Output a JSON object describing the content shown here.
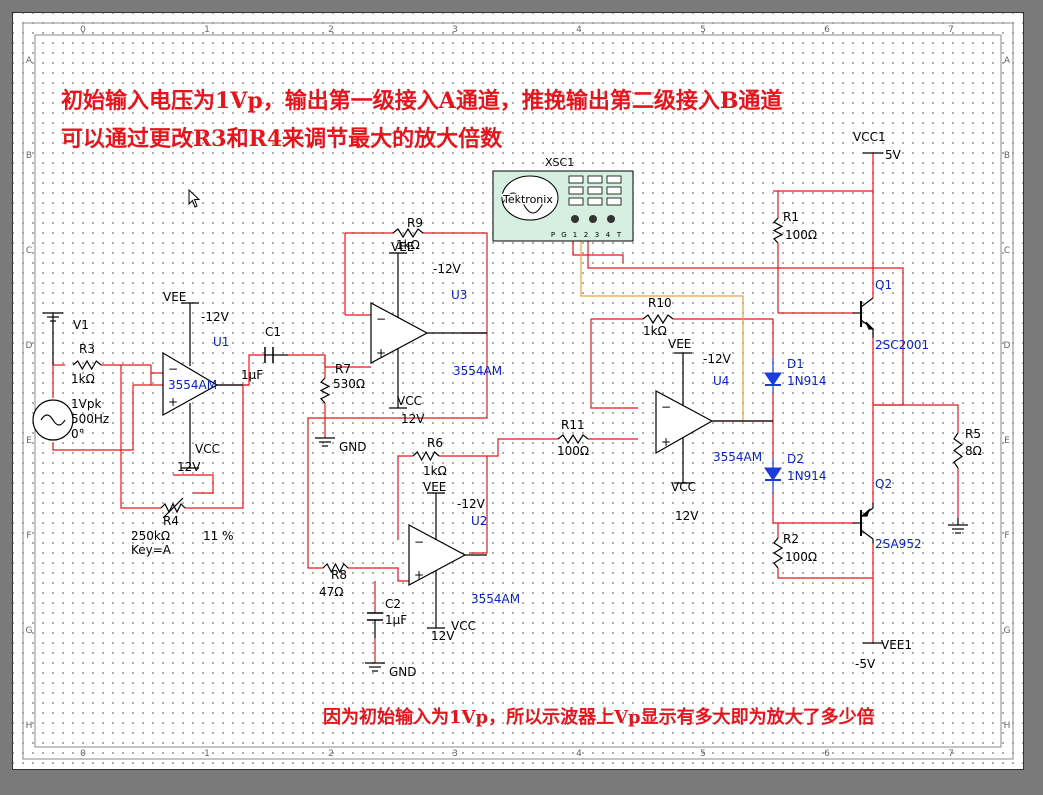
{
  "notes": {
    "line1": "初始输入电压为1Vp，输出第一级接入A通道，推挽输出第二级接入B通道",
    "line2": "可以通过更改R3和R4来调节最大的放大倍数",
    "line3": "因为初始输入为1Vp，所以示波器上Vp显示有多大即为放大了多少倍"
  },
  "border_letters": [
    "A",
    "B",
    "C",
    "D",
    "E",
    "F",
    "G",
    "H"
  ],
  "border_numbers": [
    "0",
    "1",
    "2",
    "3",
    "4",
    "5",
    "6",
    "7"
  ],
  "oscilloscope": {
    "ref": "XSC1",
    "brand": "Tektronix",
    "channels": [
      "P",
      "G",
      "1",
      "2",
      "3",
      "4",
      "T"
    ]
  },
  "source": {
    "ref": "V1",
    "amplitude": "1Vpk",
    "frequency": "500Hz",
    "phase": "0°"
  },
  "resistors": [
    {
      "ref": "R3",
      "value": "1kΩ"
    },
    {
      "ref": "R4",
      "value": "250kΩ",
      "setting": "11 %",
      "key": "Key=A"
    },
    {
      "ref": "R7",
      "value": "530Ω"
    },
    {
      "ref": "R9",
      "value": "1kΩ"
    },
    {
      "ref": "R6",
      "value": "1kΩ"
    },
    {
      "ref": "R8",
      "value": "47Ω"
    },
    {
      "ref": "R10",
      "value": "1kΩ"
    },
    {
      "ref": "R11",
      "value": "100Ω"
    },
    {
      "ref": "R1",
      "value": "100Ω"
    },
    {
      "ref": "R2",
      "value": "100Ω"
    },
    {
      "ref": "R5",
      "value": "8Ω"
    }
  ],
  "capacitors": [
    {
      "ref": "C1",
      "value": "1µF"
    },
    {
      "ref": "C2",
      "value": "1µF"
    }
  ],
  "opamps": [
    {
      "ref": "U1",
      "model": "3554AM"
    },
    {
      "ref": "U3",
      "model": "3554AM"
    },
    {
      "ref": "U2",
      "model": "3554AM"
    },
    {
      "ref": "U4",
      "model": "3554AM"
    }
  ],
  "diodes": [
    {
      "ref": "D1",
      "model": "1N914"
    },
    {
      "ref": "D2",
      "model": "1N914"
    }
  ],
  "transistors": [
    {
      "ref": "Q1",
      "model": "2SC2001"
    },
    {
      "ref": "Q2",
      "model": "2SA952"
    }
  ],
  "rails": {
    "vee_label": "VEE",
    "vee_value": "-12V",
    "vcc_label": "VCC",
    "vcc_value": "12V",
    "vcc1_label": "VCC1",
    "vcc1_value": "5V",
    "vee1_label": "VEE1",
    "vee1_value": "-5V",
    "gnd_label": "GND"
  },
  "colors": {
    "wire": "#e8141c",
    "component": "#000000",
    "label": "#0a22c8",
    "scope_wire": "#e8a03c",
    "diode": "#1a3cdc"
  }
}
